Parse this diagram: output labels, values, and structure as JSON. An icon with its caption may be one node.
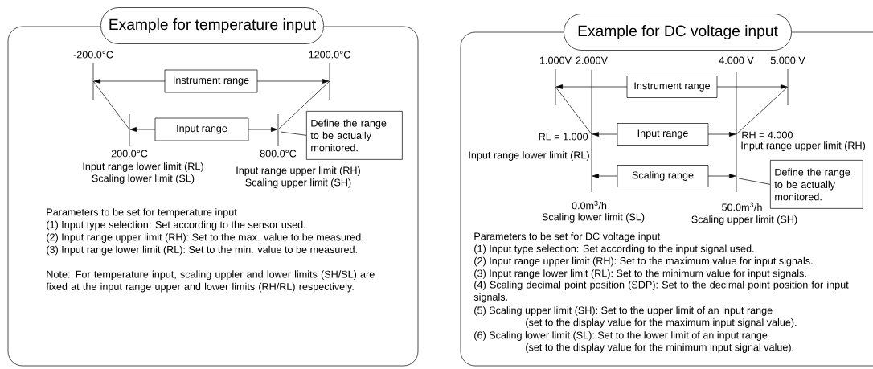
{
  "diagram": {
    "nodes": [
      {
        "text": [
          "Example for temperature input"
        ]
      },
      {
        "text": [
          "Instrument range"
        ],
        "in": 0
      },
      {
        "text": [
          "Input range"
        ],
        "in": 0
      },
      {
        "text": [
          "Define the range to be actually monitored."
        ],
        "in": 0
      },
      {
        "text": [
          "Example for DC voltage input"
        ]
      },
      {
        "text": [
          "Instrument range"
        ],
        "in": 4
      },
      {
        "text": [
          "Input range"
        ],
        "in": 4
      },
      {
        "text": [
          "Scaling range"
        ],
        "in": 4
      },
      {
        "text": [
          "Define the range to be actually monitored."
        ],
        "in": 4
      }
    ],
    "edges": [
      {
        "from": 3,
        "to": null,
        "arrow": "none"
      },
      {
        "from": 8,
        "to": null,
        "arrow": "none"
      }
    ],
    "labels": [
      "-200.0°C",
      "1200.0°C",
      "200.0°C",
      "800.0°C",
      "Input range lower limit (RL)",
      "Scaling lower limit (SL)",
      "Input range upper limit (RH)",
      "Scaling upper limit (SH)",
      "Parameters to be set for temperature input",
      "(1) Input type selection: Set according to the sensor used.",
      "(2) Input range upper limit (RH): Set to the max. value to be measured.",
      "(3) Input range lower limit (RL): Set to the min. value to be measured.",
      "Note: For temperature input, scaling uppler and lower limits (SH/SL) are fixed at the input range upper and lower limits (RH/RL) respectively.",
      "1.000V",
      "2.000V",
      "4.000 V",
      "5.000 V",
      "RL = 1.000",
      "RH = 4.000",
      "Input range upper limit (RH)",
      "Input range lower limit (RL)",
      "0.0m$^{3}$/h",
      "Scaling lower limit (SL)",
      "50.0m$^{3}$/h",
      "Scaling upper limit (SH)",
      "Parameters to be set for DC voltage input",
      "(1) Input type selection: Set according to the input signal used.",
      "(2) Input range upper limit (RH): Set to the maximum value for input signals.",
      "(3) Input range lower limit (RL): Set to the minimum value for input signals.",
      "(4) Scaling decimal point position (SDP): Set to the decimal point position for input signals.",
      "(5) Scaling upper limit (SH): Set to the upper limit of an input range",
      "(set to the display value for the maximum input signal value).",
      "(6) Scaling lower limit (SL): Set to the lower limit of an input range",
      "(set to the display value for the minimum input signal value)."
    ]
  }
}
